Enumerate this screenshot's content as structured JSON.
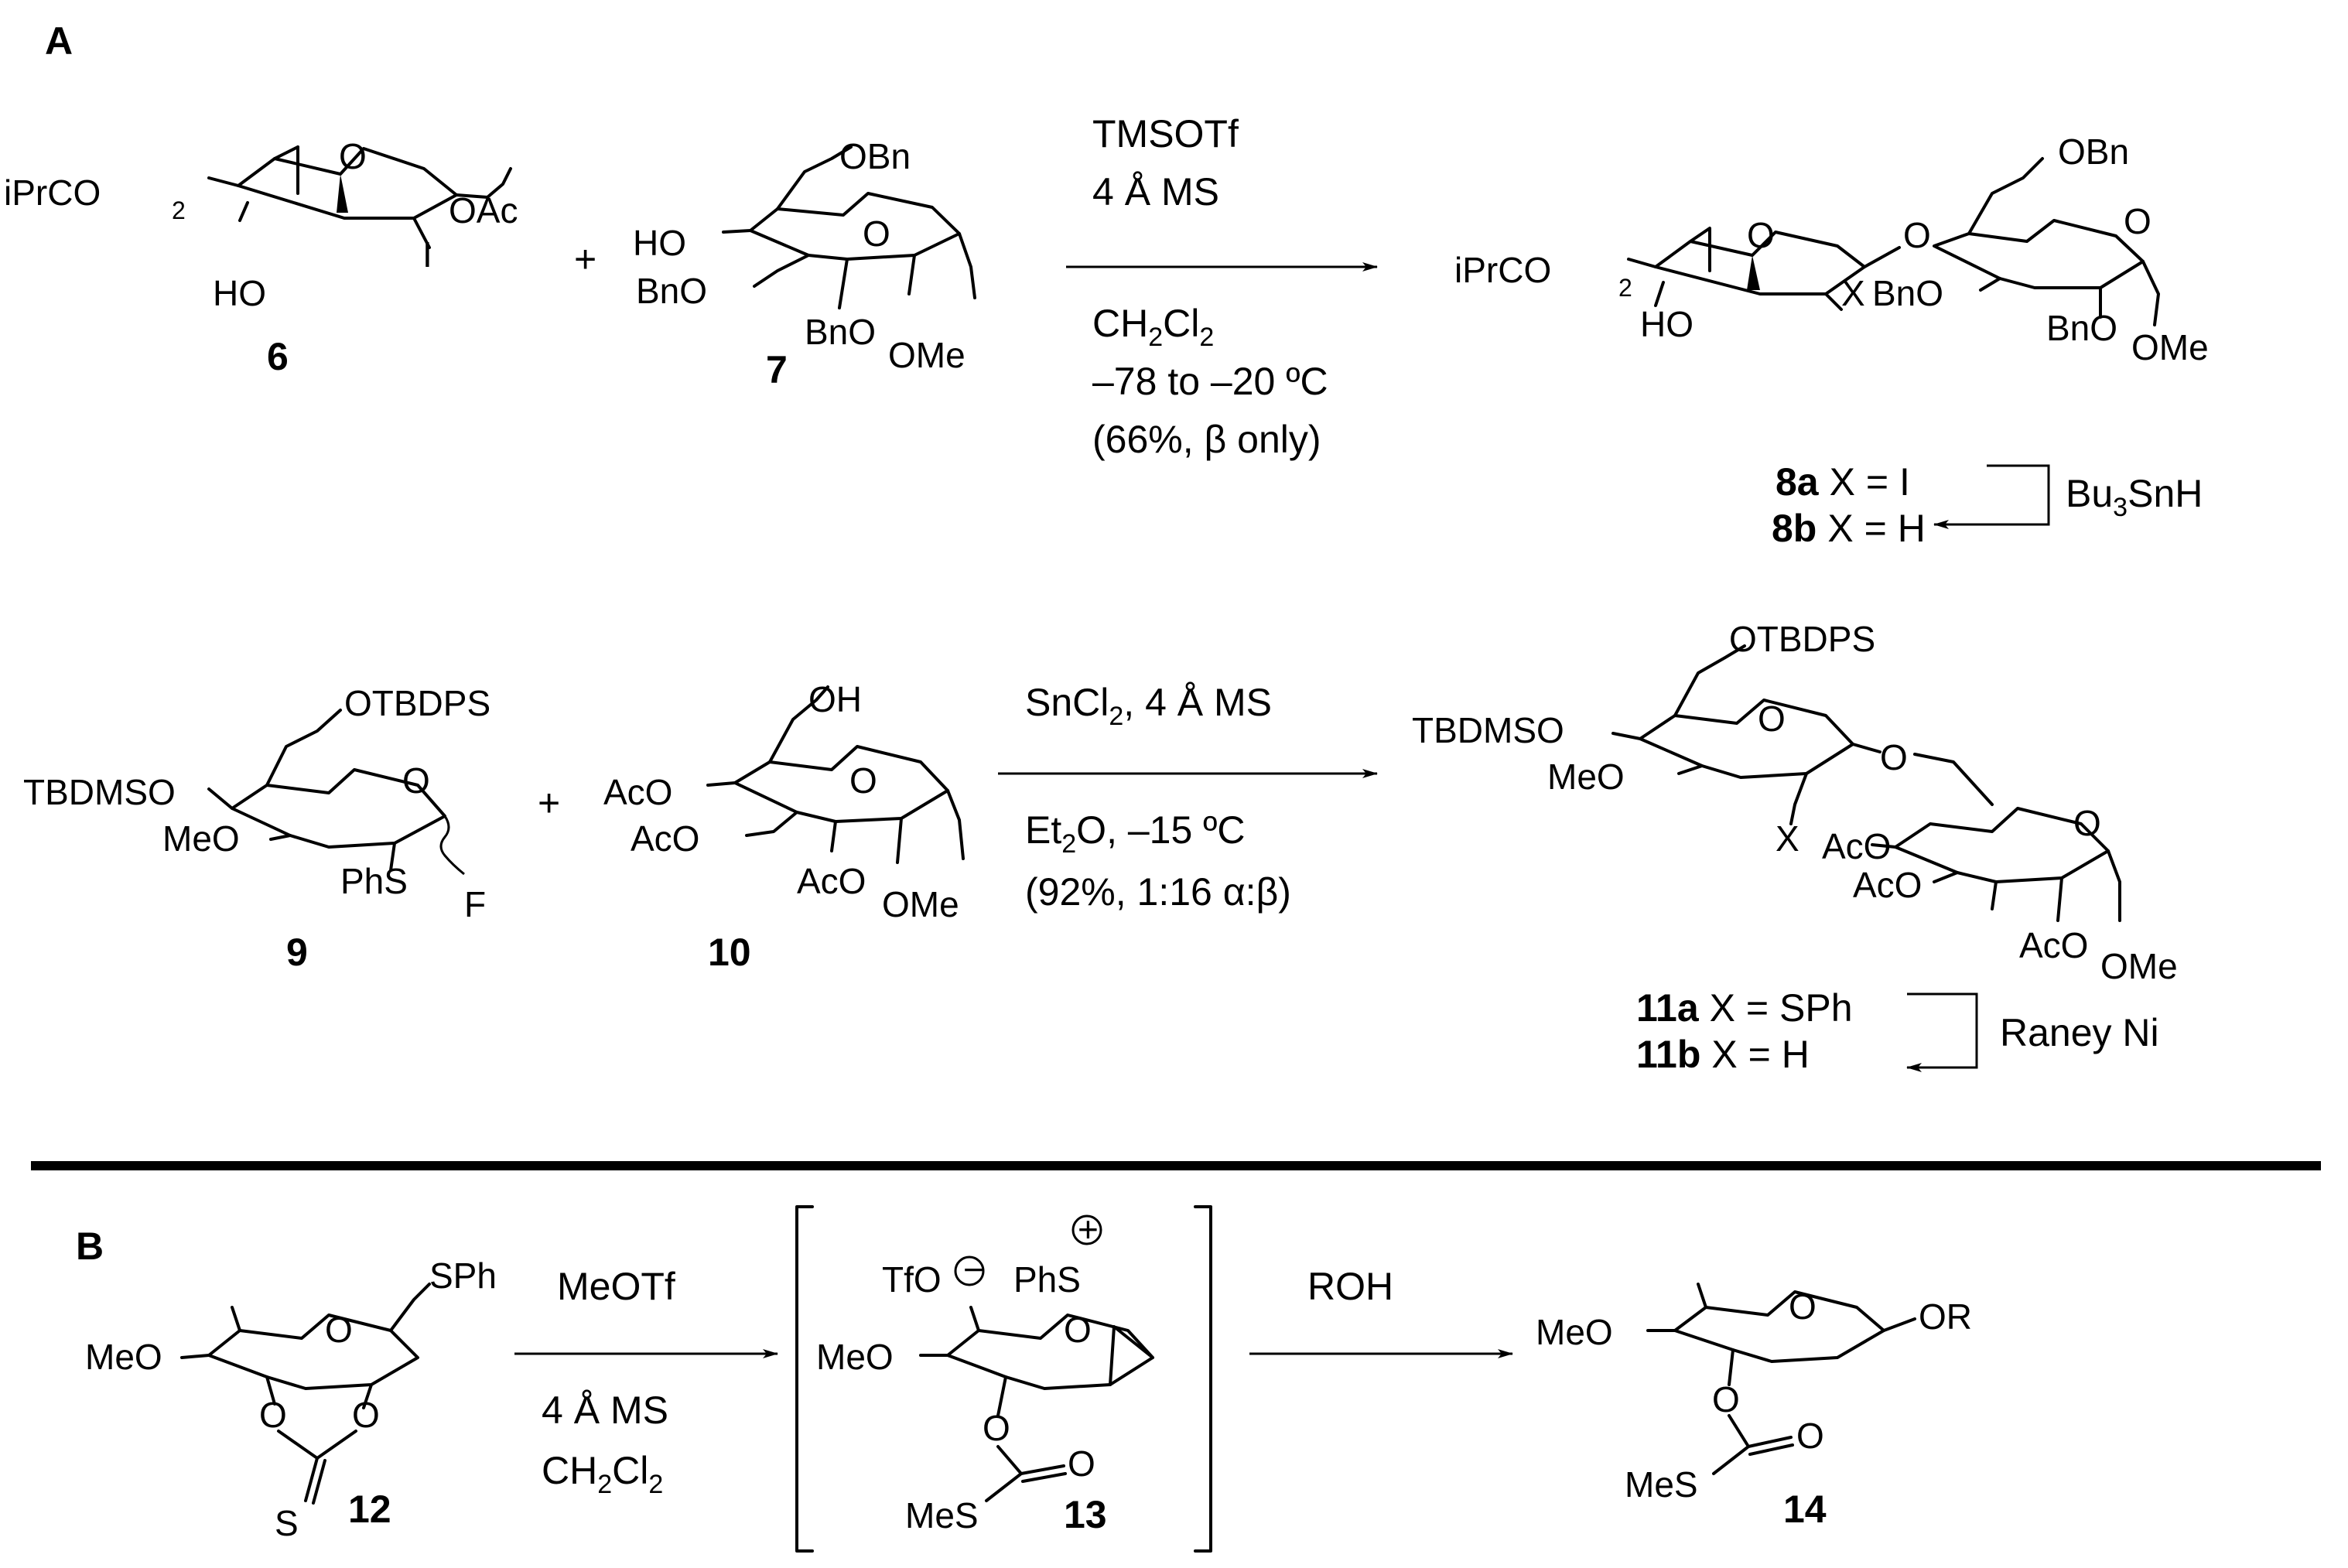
{
  "panels": {
    "a": "A",
    "b": "B"
  },
  "compounds": {
    "c6": {
      "num": "6",
      "labels": {
        "ester": "iPrCO",
        "ester_sub": "2",
        "ho": "HO",
        "oac": "OAc",
        "ring_o": "O",
        "iodo": "I"
      }
    },
    "c7": {
      "num": "7",
      "labels": {
        "obn_top": "OBn",
        "ho": "HO",
        "bno": "BnO",
        "ring_o": "O",
        "bno2": "BnO",
        "ome": "OMe"
      }
    },
    "c8": {
      "labels": {
        "ester": "iPrCO",
        "ester_sub": "2",
        "ho": "HO",
        "ring_o1": "O",
        "x": "X",
        "link_o": "O",
        "bno": "BnO",
        "obn_top": "OBn",
        "ring_o2": "O",
        "bno2": "BnO",
        "ome": "OMe"
      }
    },
    "c9": {
      "num": "9",
      "labels": {
        "otbdps": "OTBDPS",
        "tbdmso": "TBDMSO",
        "meo": "MeO",
        "ring_o": "O",
        "phs": "PhS",
        "f": "F"
      }
    },
    "c10": {
      "num": "10",
      "labels": {
        "oh": "OH",
        "aco1": "AcO",
        "aco2": "AcO",
        "ring_o": "O",
        "aco3": "AcO",
        "ome": "OMe"
      }
    },
    "c11": {
      "labels": {
        "otbdps": "OTBDPS",
        "tbdmso": "TBDMSO",
        "meo": "MeO",
        "ring_o1": "O",
        "link_o": "O",
        "x": "X",
        "aco1": "AcO",
        "aco2": "AcO",
        "ring_o2": "O",
        "aco3": "AcO",
        "ome": "OMe"
      }
    },
    "c12": {
      "num": "12",
      "labels": {
        "sph": "SPh",
        "meo": "MeO",
        "ring_o": "O",
        "o1": "O",
        "o2": "O",
        "s": "S"
      }
    },
    "c13": {
      "num": "13",
      "labels": {
        "tfo": "TfO",
        "phs": "PhS",
        "meo": "MeO",
        "ring_o": "O",
        "o_ester": "O",
        "o_carbonyl": "O",
        "mes": "MeS"
      }
    },
    "c14": {
      "num": "14",
      "labels": {
        "meo": "MeO",
        "ring_o": "O",
        "or": "OR",
        "o_ester": "O",
        "o_carbonyl": "O",
        "mes": "MeS"
      }
    }
  },
  "products": {
    "p8a": {
      "num": "8a",
      "text": "X = I"
    },
    "p8b": {
      "num": "8b",
      "text": "X = H"
    },
    "p11a": {
      "num": "11a",
      "text": "X = SPh"
    },
    "p11b": {
      "num": "11b",
      "text": "X = H"
    }
  },
  "reactions": {
    "r1": {
      "above": [
        "TMSOTf",
        "4 Å MS"
      ],
      "below_1": "CH",
      "below_1_sub1": "2",
      "below_1_mid": "Cl",
      "below_1_sub2": "2",
      "below_2": "–78 to –20 ºC",
      "below_3": "(66%, β only)",
      "side": "Bu",
      "side_sub": "3",
      "side_end": "SnH"
    },
    "r2": {
      "above_main": "SnCl",
      "above_sub": "2",
      "above_end": ", 4 Å MS",
      "below_1": "Et",
      "below_1_sub": "2",
      "below_1_end": "O, –15 ºC",
      "below_2": "(92%, 1:16 α:β)",
      "side": "Raney Ni"
    },
    "r3": {
      "above": "MeOTf",
      "below_1": "4 Å MS",
      "below_2": "CH",
      "below_2_sub1": "2",
      "below_2_mid": "Cl",
      "below_2_sub2": "2"
    },
    "r4": {
      "above": "ROH"
    }
  },
  "symbols": {
    "plus": "+",
    "minus_charge": "−",
    "plus_charge": "+"
  }
}
